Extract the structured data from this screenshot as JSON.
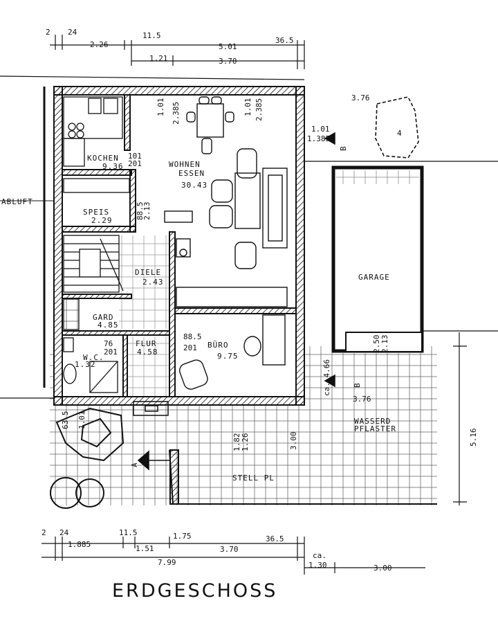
{
  "title": "ERDGESCHOSS",
  "outside_labels": {
    "abluft": "ABLUFT",
    "wasserd_pflaster": "WASSERD\nPFLASTER",
    "stellpl": "STELL PL"
  },
  "rooms": {
    "kochen": {
      "name": "KOCHEN",
      "area": "9.36",
      "door_top": "101",
      "door_bottom": "201"
    },
    "speis": {
      "name": "SPEIS",
      "area": "2.29"
    },
    "wohnen": {
      "name": "WOHNEN",
      "name2": "ESSEN",
      "area": "30.43"
    },
    "diele": {
      "name": "DIELE",
      "area": "2.43"
    },
    "gard": {
      "name": "GARD",
      "area": "4.85"
    },
    "flur": {
      "name": "FLUR",
      "area": "4.58",
      "door": "201"
    },
    "wc": {
      "name": "W.C.",
      "area": "1.32",
      "door_top": "76",
      "door_bottom": "201"
    },
    "buero": {
      "name": "BÜRO",
      "area": "9.75",
      "door_top": "88.5",
      "door_bottom": "201"
    },
    "garage": {
      "name": "GARAGE"
    },
    "storage": {
      "name": "4"
    }
  },
  "top_dims": {
    "row1": [
      "2",
      "24",
      "11.5",
      "36.5"
    ],
    "row2": [
      "2.26",
      "5.01"
    ],
    "row3": [
      "1.21",
      "3.70"
    ]
  },
  "bottom_dims": {
    "row1": [
      "2",
      "24",
      "11.5",
      "1.75",
      "36.5"
    ],
    "row2": [
      "1.885",
      "1.51",
      "3.70"
    ],
    "row3": [
      "7.99",
      "ca.",
      "1.30",
      "3.00"
    ]
  },
  "inner_dims": {
    "window_top_left": [
      "1.01",
      "2.385"
    ],
    "window_top_right": [
      "1.01",
      "2.385"
    ],
    "right_window": [
      "1.01",
      "1.385"
    ],
    "garage_top": "3.76",
    "garage_bottom": "3.76",
    "garage_door": [
      "2.50",
      "2.13"
    ],
    "cap_dim": "ca. 4.66",
    "speis_dim": [
      "88.5",
      "2.13"
    ],
    "stell_dims": [
      "1.82",
      "1.26",
      "3.00"
    ],
    "left_dims": [
      "63.5",
      "1.01"
    ],
    "right_height": "5.16",
    "section_a": "A",
    "section_b": "B"
  }
}
